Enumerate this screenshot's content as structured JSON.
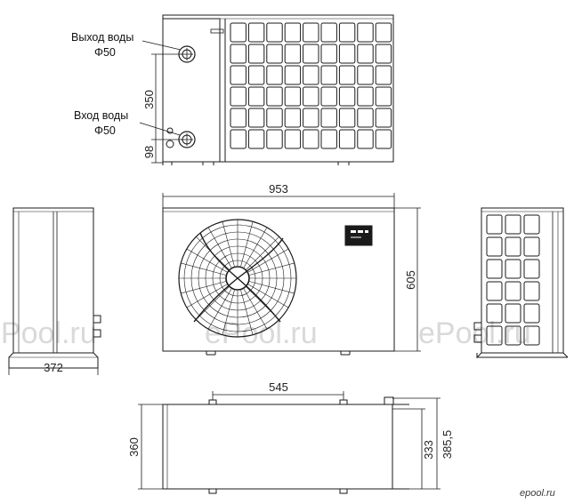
{
  "top_view": {
    "water_out_label": "Выход воды",
    "water_out_size": "Φ50",
    "water_in_label": "Вход воды",
    "water_in_size": "Φ50",
    "dim_inlet_spacing": "350",
    "dim_inlet_height": "98"
  },
  "front_view": {
    "dim_width": "953",
    "dim_height": "605"
  },
  "side_view": {
    "dim_depth": "372"
  },
  "bottom_view": {
    "dim_mount_spacing": "545",
    "dim_depth": "360",
    "dim_mount_depth": "333",
    "dim_total_depth": "385,5"
  },
  "watermarks": [
    "ePool.ru",
    "ePool.ru",
    "ePool.ru"
  ],
  "corner_logo": "epool.ru",
  "colors": {
    "line": "#1a1a1a",
    "watermark": "#d9d9d9"
  }
}
